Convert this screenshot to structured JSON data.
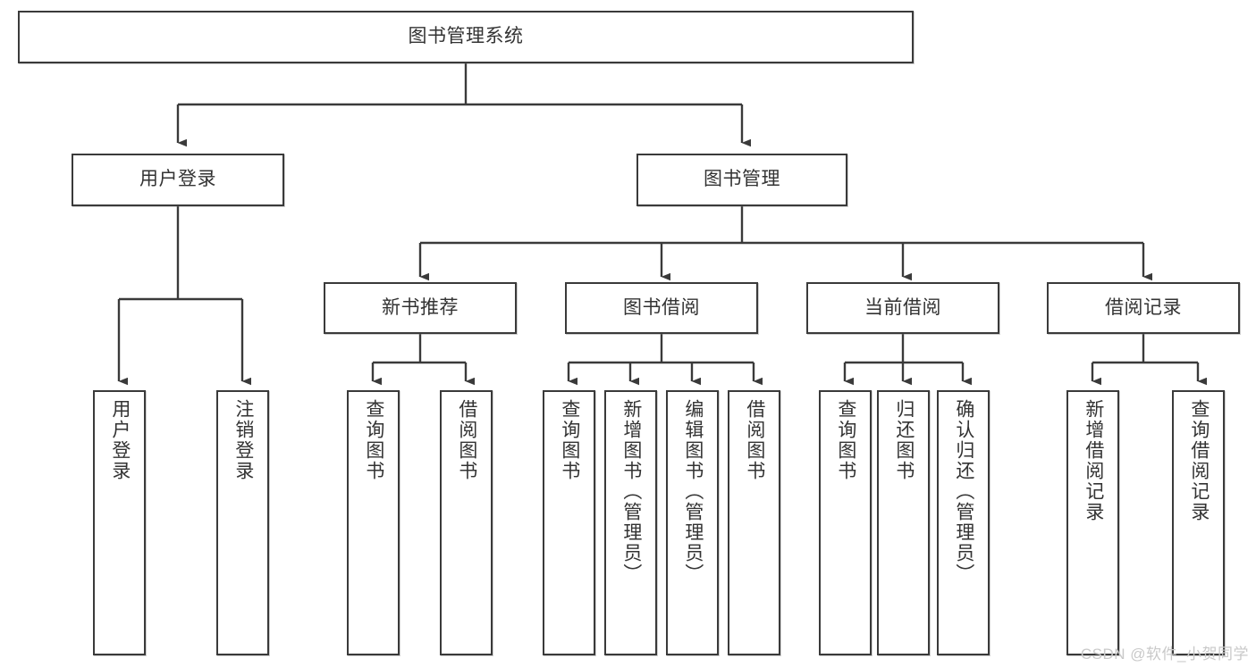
{
  "diagram": {
    "type": "tree",
    "title": "图书管理系统",
    "background_color": "#ffffff",
    "box_border_color": "#3a3a3a",
    "text_color": "#333333",
    "connector_color": "#3a3a3a",
    "nodes": {
      "root": {
        "label": "图书管理系统"
      },
      "level1": [
        {
          "id": "user-login",
          "label": "用户登录"
        },
        {
          "id": "book-management",
          "label": "图书管理"
        }
      ],
      "level2": [
        {
          "id": "new-book-recommend",
          "label": "新书推荐"
        },
        {
          "id": "book-borrow",
          "label": "图书借阅"
        },
        {
          "id": "current-borrow",
          "label": "当前借阅"
        },
        {
          "id": "borrow-record",
          "label": "借阅记录"
        }
      ],
      "leaves": {
        "user-login": [
          {
            "id": "leaf-user-login",
            "label": "用户登录"
          },
          {
            "id": "leaf-logout-login",
            "label": "注销登录"
          }
        ],
        "new-book-recommend": [
          {
            "id": "leaf-query-book-1",
            "label": "查询图书"
          },
          {
            "id": "leaf-borrow-book-1",
            "label": "借阅图书"
          }
        ],
        "book-borrow": [
          {
            "id": "leaf-query-book-2",
            "label": "查询图书"
          },
          {
            "id": "leaf-add-book-admin",
            "label": "新增图书（管理员）"
          },
          {
            "id": "leaf-edit-book-admin",
            "label": "编辑图书（管理员）"
          },
          {
            "id": "leaf-borrow-book-2",
            "label": "借阅图书"
          }
        ],
        "current-borrow": [
          {
            "id": "leaf-query-book-3",
            "label": "查询图书"
          },
          {
            "id": "leaf-return-book",
            "label": "归还图书"
          },
          {
            "id": "leaf-confirm-return-admin",
            "label": "确认归还（管理员）"
          }
        ],
        "borrow-record": [
          {
            "id": "leaf-add-borrow-record",
            "label": "新增借阅记录"
          },
          {
            "id": "leaf-query-borrow-record",
            "label": "查询借阅记录"
          }
        ]
      }
    }
  },
  "watermark": {
    "text": "CSDN @软件_小贺同学"
  }
}
